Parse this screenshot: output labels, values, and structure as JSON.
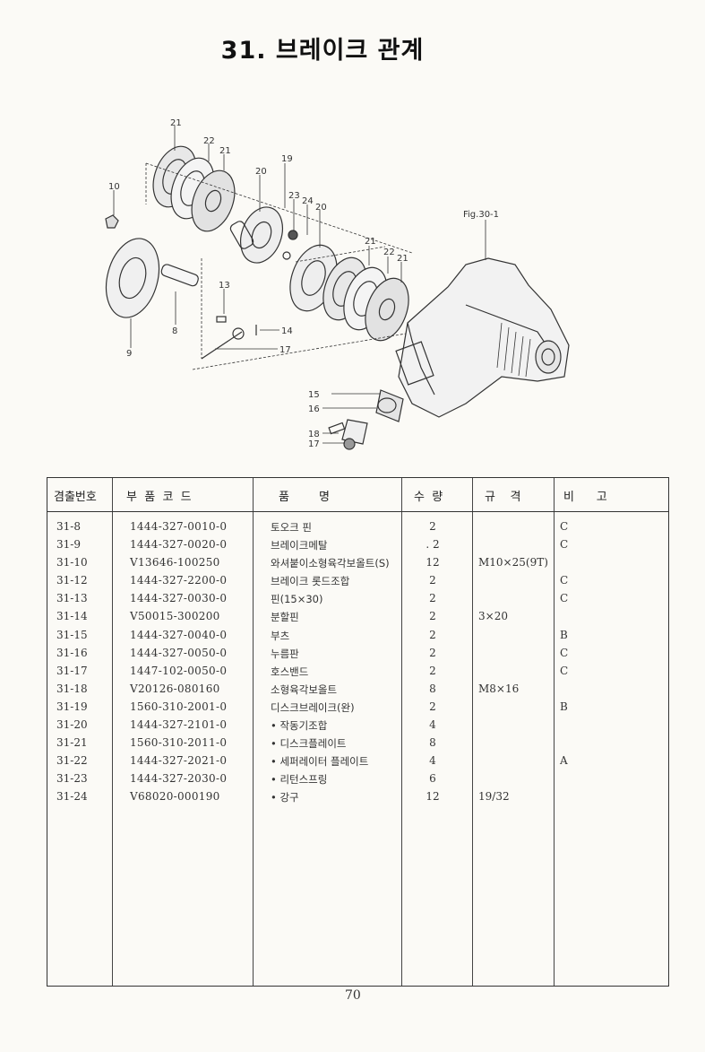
{
  "title": "31. 브레이크 관계",
  "figure_label": "Fig.30-1",
  "callouts": [
    "21",
    "22",
    "21",
    "19",
    "20",
    "10",
    "23",
    "24",
    "20",
    "21",
    "22",
    "21",
    "13",
    "14",
    "17",
    "8",
    "9",
    "15",
    "16",
    "18",
    "17"
  ],
  "table": {
    "headers": {
      "no": "겸출번호",
      "code": "부  품  코  드",
      "name": "품        명",
      "qty": "수  량",
      "spec": "규    격",
      "note": "비      고"
    },
    "rows": [
      {
        "no": "31-8",
        "code": "1444-327-0010-0",
        "name": "토오크 핀",
        "qty": "2",
        "spec": "",
        "note": "C"
      },
      {
        "no": "31-9",
        "code": "1444-327-0020-0",
        "name": "브레이크메탈",
        "qty": ". 2",
        "spec": "",
        "note": "C"
      },
      {
        "no": "31-10",
        "code": "V13646-100250",
        "name": "와셔붙이소형육각보올트(S)",
        "qty": "12",
        "spec": "M10×25(9T)",
        "note": ""
      },
      {
        "no": "31-12",
        "code": "1444-327-2200-0",
        "name": "브레이크 롯드조합",
        "qty": "2",
        "spec": "",
        "note": "C"
      },
      {
        "no": "31-13",
        "code": "1444-327-0030-0",
        "name": "핀(15×30)",
        "qty": "2",
        "spec": "",
        "note": "C"
      },
      {
        "no": "31-14",
        "code": "V50015-300200",
        "name": "분할핀",
        "qty": "2",
        "spec": "3×20",
        "note": ""
      },
      {
        "no": "31-15",
        "code": "1444-327-0040-0",
        "name": "부츠",
        "qty": "2",
        "spec": "",
        "note": "B"
      },
      {
        "no": "31-16",
        "code": "1444-327-0050-0",
        "name": "누름판",
        "qty": "2",
        "spec": "",
        "note": "C"
      },
      {
        "no": "31-17",
        "code": "1447-102-0050-0",
        "name": "호스밴드",
        "qty": "2",
        "spec": "",
        "note": "C"
      },
      {
        "no": "31-18",
        "code": "V20126-080160",
        "name": "소형육각보올트",
        "qty": "8",
        "spec": "M8×16",
        "note": ""
      },
      {
        "no": "31-19",
        "code": "1560-310-2001-0",
        "name": "디스크브레이크(완)",
        "qty": "2",
        "spec": "",
        "note": "B"
      },
      {
        "no": "31-20",
        "code": "1444-327-2101-0",
        "name": "• 작동기조합",
        "qty": "4",
        "spec": "",
        "note": ""
      },
      {
        "no": "31-21",
        "code": "1560-310-2011-0",
        "name": "• 디스크플레이트",
        "qty": "8",
        "spec": "",
        "note": ""
      },
      {
        "no": "31-22",
        "code": "1444-327-2021-0",
        "name": "• 세퍼레이터 플레이트",
        "qty": "4",
        "spec": "",
        "note": "A"
      },
      {
        "no": "31-23",
        "code": "1444-327-2030-0",
        "name": "• 리턴스프링",
        "qty": "6",
        "spec": "",
        "note": ""
      },
      {
        "no": "31-24",
        "code": "V68020-000190",
        "name": "• 강구",
        "qty": "12",
        "spec": "19/32",
        "note": ""
      }
    ]
  },
  "page_number": "70"
}
